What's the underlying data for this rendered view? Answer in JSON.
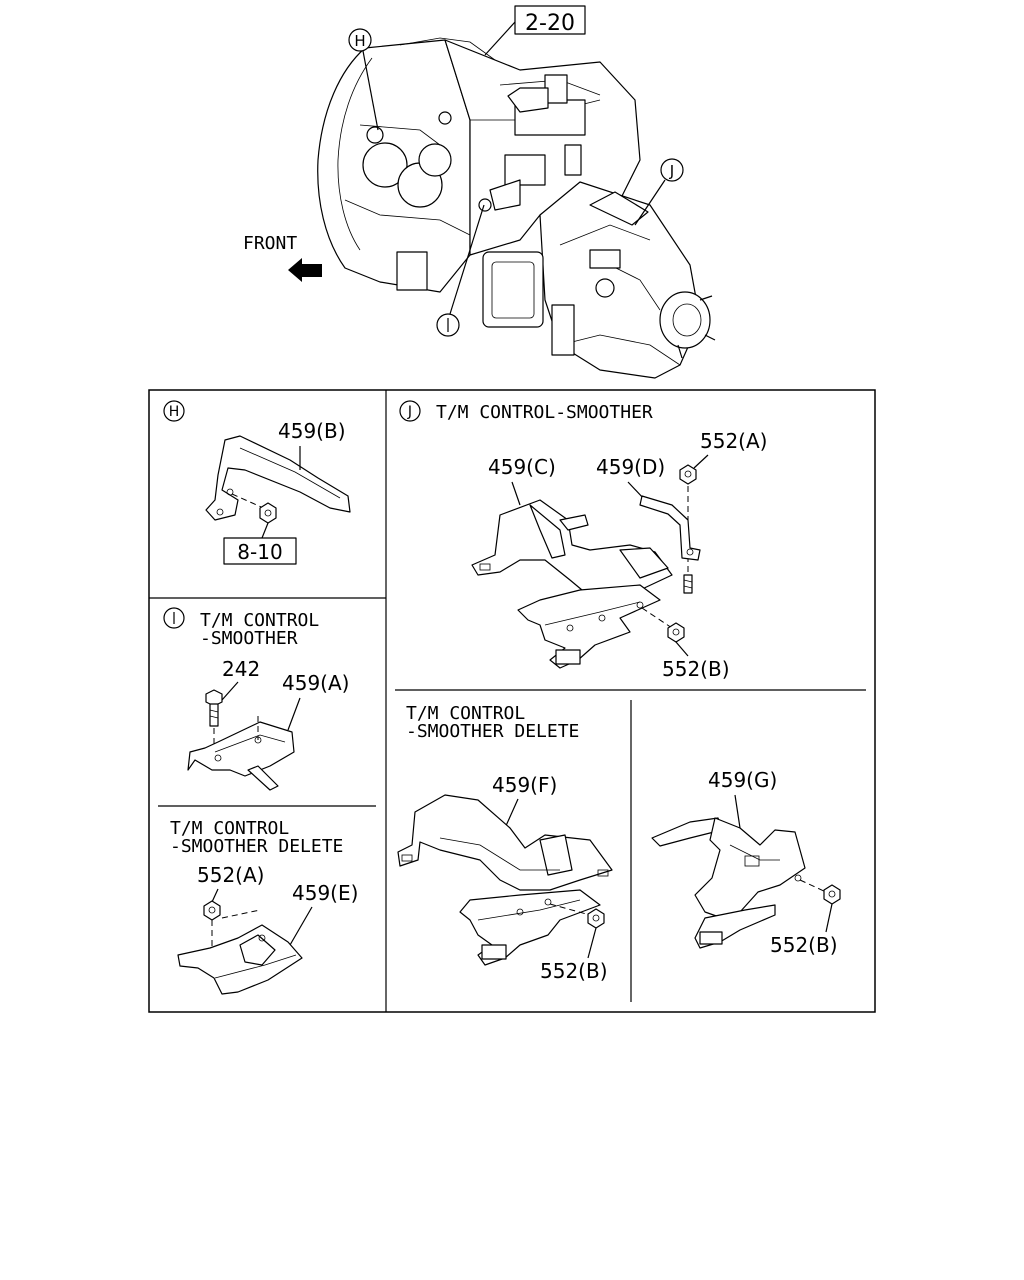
{
  "overview": {
    "ref_box": "2-20",
    "front_label": "FRONT",
    "callouts": [
      "H",
      "I",
      "J"
    ]
  },
  "panel_h": {
    "marker": "H",
    "parts": {
      "bracket": "459(B)",
      "ref_box": "8-10"
    }
  },
  "panel_i": {
    "marker": "I",
    "title_line1": "T/M CONTROL",
    "title_line2": "-SMOOTHER",
    "parts": {
      "bolt": "242",
      "bracket": "459(A)"
    },
    "delete_title_line1": "T/M CONTROL",
    "delete_title_line2": "-SMOOTHER DELETE",
    "delete_parts": {
      "nut": "552(A)",
      "bracket": "459(E)"
    }
  },
  "panel_j": {
    "marker": "J",
    "title": "T/M CONTROL-SMOOTHER",
    "parts": {
      "nut_a": "552(A)",
      "bracket_c": "459(C)",
      "bracket_d": "459(D)",
      "nut_b": "552(B)"
    },
    "delete_title_line1": "T/M CONTROL",
    "delete_title_line2": "-SMOOTHER DELETE",
    "delete_parts_left": {
      "bracket": "459(F)",
      "nut": "552(B)"
    },
    "delete_parts_right": {
      "bracket": "459(G)",
      "nut": "552(B)"
    }
  }
}
